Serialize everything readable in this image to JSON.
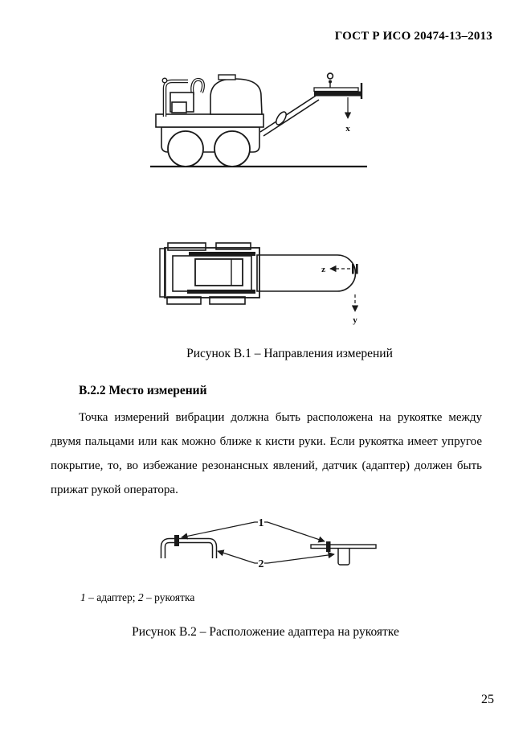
{
  "page": {
    "header": "ГОСТ Р ИСО 20474-13–2013",
    "page_number": "25"
  },
  "figure_b1": {
    "caption": "Рисунок В.1 – Направления измерений",
    "axis_x": "x",
    "axis_y": "y",
    "axis_z": "z"
  },
  "section_b22": {
    "heading": "В.2.2 Место измерений",
    "paragraph_lines": [
      "Точка  измерений вибрации должна быть расположена на рукоятке между",
      "двумя пальцами или как можно ближе к кисти руки. Если рукоятка имеет упругое",
      "покрытие, то, во избежание резонансных явлений, датчик (адаптер) должен быть",
      "прижат рукой оператора."
    ]
  },
  "figure_b2": {
    "callout_1": "1",
    "callout_2": "2",
    "legend": {
      "item1_num": "1",
      "item1_label": " – адаптер; ",
      "item2_num": "2",
      "item2_label": " – рукоятка"
    },
    "caption": "Рисунок В.2 – Расположение адаптера на рукоятке"
  }
}
